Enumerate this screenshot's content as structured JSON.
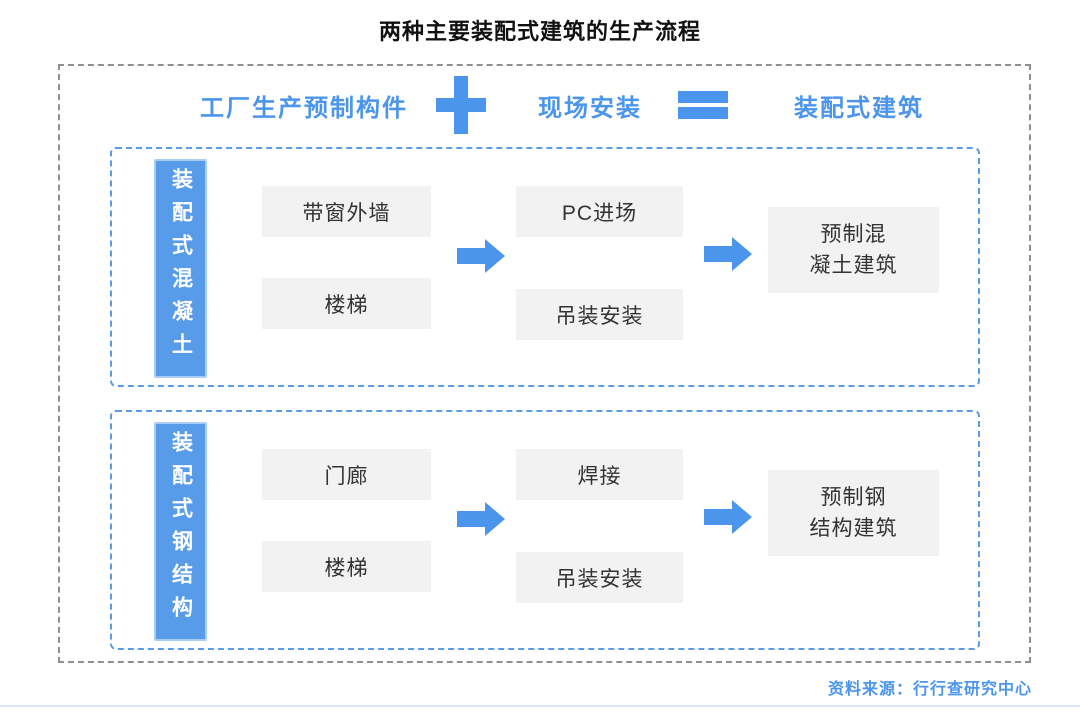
{
  "title": "两种主要装配式建筑的生产流程",
  "formula": {
    "factory_label": "工厂生产预制构件",
    "plus_symbol": "+",
    "site_label": "现场安装",
    "equals_symbol": "=",
    "result_label": "装配式建筑"
  },
  "sections": [
    {
      "label": "装配式混凝土",
      "factory_parts": [
        "带窗外墙",
        "楼梯"
      ],
      "site_steps": [
        "PC进场",
        "吊装安装"
      ],
      "result_lines": [
        "预制混",
        "凝土建筑"
      ]
    },
    {
      "label": "装配式钢结构",
      "factory_parts": [
        "门廊",
        "楼梯"
      ],
      "site_steps": [
        "焊接",
        "吊装安装"
      ],
      "result_lines": [
        "预制钢",
        "结构建筑"
      ]
    }
  ],
  "source_note": "资料来源：行行查研究中心",
  "colors": {
    "accent_blue": "#4b95ec",
    "label_fill": "#589be9",
    "label_border": "#a9cdf3",
    "box_gray": "#f2f2f2",
    "box_text": "#333333",
    "outer_border": "#8f8f8f",
    "inner_border": "#5b9ce8",
    "bottom_line": "#d8e8f8",
    "title_color": "#111111"
  }
}
